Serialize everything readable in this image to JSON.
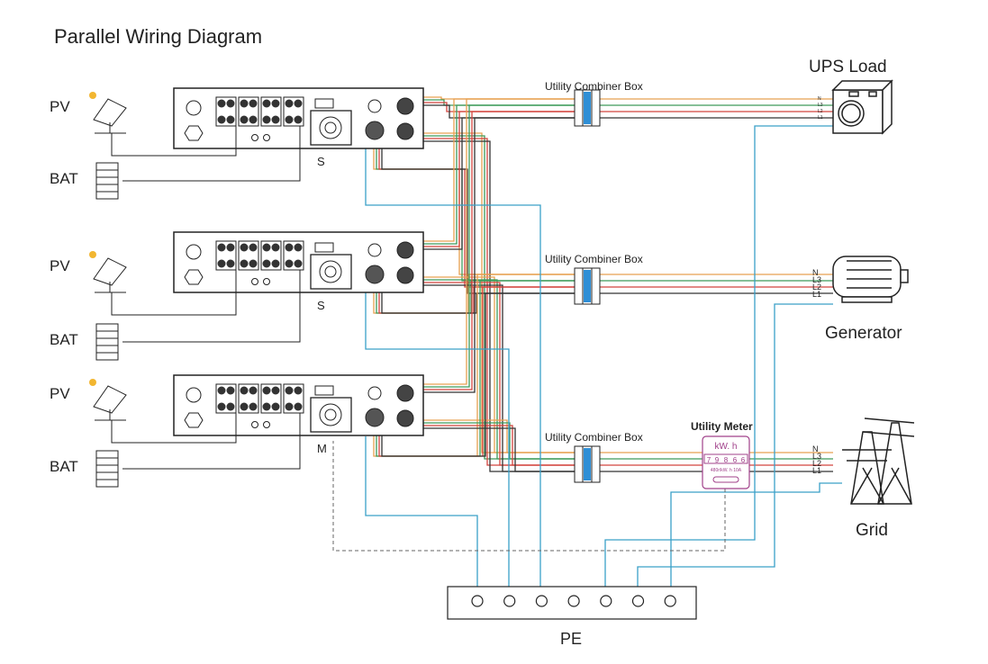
{
  "title": "Parallel Wiring Diagram",
  "units": [
    {
      "pv_label": "PV",
      "bat_label": "BAT",
      "role": "S"
    },
    {
      "pv_label": "PV",
      "bat_label": "BAT",
      "role": "S"
    },
    {
      "pv_label": "PV",
      "bat_label": "BAT",
      "role": "M"
    }
  ],
  "combiner_boxes": [
    {
      "label": "Utility Combiner Box"
    },
    {
      "label": "Utility Combiner Box"
    },
    {
      "label": "Utility Combiner Box"
    }
  ],
  "loads": {
    "ups": {
      "label": "UPS Load",
      "lines": [
        "N",
        "L3",
        "L2",
        "L1"
      ]
    },
    "generator": {
      "label": "Generator",
      "lines": [
        "N",
        "L3",
        "L2",
        "L1"
      ]
    },
    "grid": {
      "label": "Grid",
      "lines": [
        "N",
        "L3",
        "L2",
        "L1"
      ]
    }
  },
  "meter": {
    "label": "Utility Meter",
    "unit": "kW. h",
    "digits": [
      "7",
      "9",
      "8",
      "6",
      "6"
    ],
    "spec": "480r/kW. h  10A"
  },
  "pe": {
    "label": "PE",
    "terminals": 7
  },
  "colors": {
    "N": "#e8a050",
    "L3": "#3e9a5a",
    "L2": "#d2443e",
    "L1": "#333333",
    "PE": "#3aa0c8",
    "meter": "#a0408a"
  }
}
